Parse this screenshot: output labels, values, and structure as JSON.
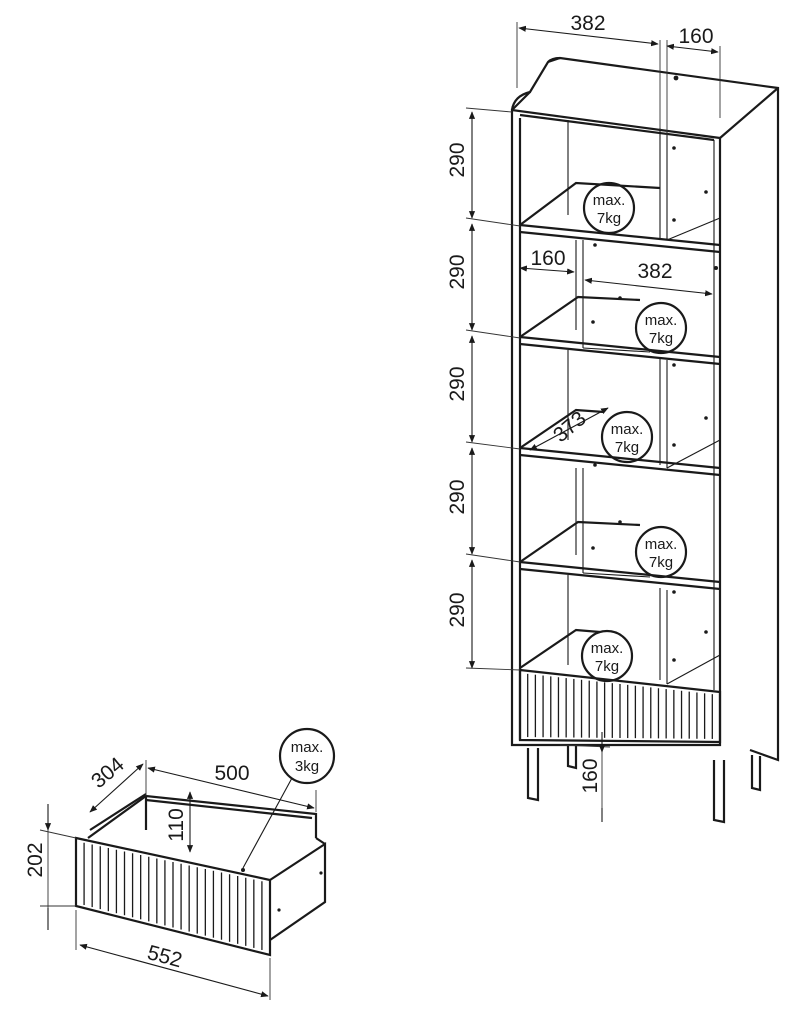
{
  "cabinet": {
    "dims": {
      "top_width": "382",
      "top_depth": "160",
      "shelf_heights": [
        "290",
        "290",
        "290",
        "290",
        "290"
      ],
      "inner_depth": "160",
      "inner_width": "382",
      "shelf_depth": "373",
      "drawer_height": "160"
    },
    "load_labels": [
      {
        "line1": "max.",
        "line2": "7kg"
      },
      {
        "line1": "max.",
        "line2": "7kg"
      },
      {
        "line1": "max.",
        "line2": "7kg"
      },
      {
        "line1": "max.",
        "line2": "7kg"
      },
      {
        "line1": "max.",
        "line2": "7kg"
      }
    ]
  },
  "drawer": {
    "dims": {
      "depth": "304",
      "width": "500",
      "inner_height": "110",
      "front_height": "202",
      "front_width": "552"
    },
    "load_label": {
      "line1": "max.",
      "line2": "3kg"
    }
  },
  "colors": {
    "line": "#1a1a1a",
    "background": "#ffffff"
  }
}
